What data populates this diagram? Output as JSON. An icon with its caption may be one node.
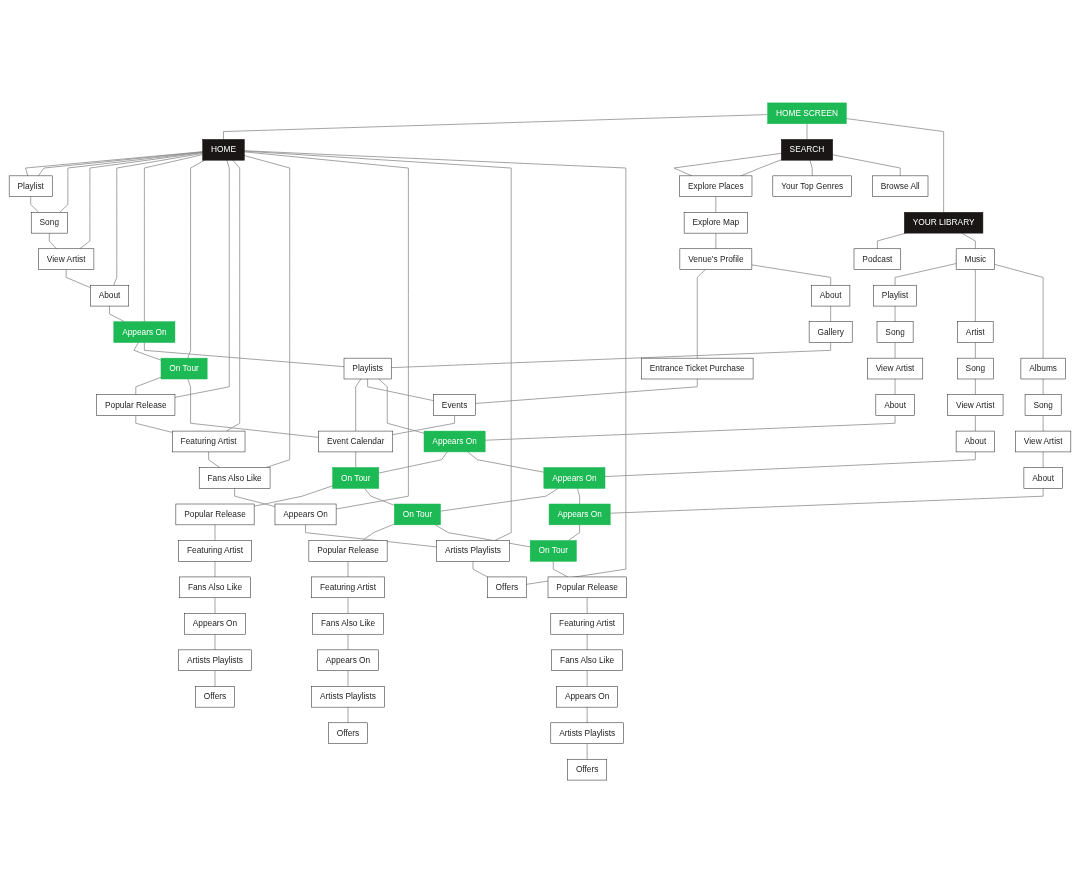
{
  "diagram": {
    "nodes": [
      {
        "text": [
          "HOME SCREEN"
        ]
      },
      {
        "text": [
          "HOME"
        ]
      },
      {
        "text": [
          "SEARCH"
        ]
      },
      {
        "text": [
          "YOUR LIBRARY"
        ]
      },
      {
        "text": [
          "Playlist"
        ]
      },
      {
        "text": [
          "Song"
        ]
      },
      {
        "text": [
          "View Artist"
        ]
      },
      {
        "text": [
          "About"
        ]
      },
      {
        "text": [
          "Appears On"
        ]
      },
      {
        "text": [
          "On Tour"
        ]
      },
      {
        "text": [
          "Popular Release"
        ]
      },
      {
        "text": [
          "Featuring Artist"
        ]
      },
      {
        "text": [
          "Fans Also Like"
        ]
      },
      {
        "text": [
          "Appears On"
        ]
      },
      {
        "text": [
          "Artists Playlists"
        ]
      },
      {
        "text": [
          "Offers"
        ]
      },
      {
        "text": [
          "Explore Places"
        ]
      },
      {
        "text": [
          "Your Top Genres"
        ]
      },
      {
        "text": [
          "Browse All"
        ]
      },
      {
        "text": [
          "Explore Map"
        ]
      },
      {
        "text": [
          "Venue's Profile"
        ]
      },
      {
        "text": [
          "Entrance Ticket Purchase"
        ]
      },
      {
        "text": [
          "About"
        ]
      },
      {
        "text": [
          "Gallery"
        ]
      },
      {
        "text": [
          "Playlists"
        ]
      },
      {
        "text": [
          "Events"
        ]
      },
      {
        "text": [
          "Event Calendar"
        ]
      },
      {
        "text": [
          "Podcast"
        ]
      },
      {
        "text": [
          "Music"
        ]
      },
      {
        "text": [
          "Playlist"
        ]
      },
      {
        "text": [
          "Artist"
        ]
      },
      {
        "text": [
          "Albums"
        ]
      },
      {
        "text": [
          "Song"
        ]
      },
      {
        "text": [
          "Song"
        ]
      },
      {
        "text": [
          "Song"
        ]
      },
      {
        "text": [
          "View Artist"
        ]
      },
      {
        "text": [
          "View Artist"
        ]
      },
      {
        "text": [
          "View Artist"
        ]
      },
      {
        "text": [
          "About"
        ]
      },
      {
        "text": [
          "About"
        ]
      },
      {
        "text": [
          "About"
        ]
      },
      {
        "text": [
          "Appears On"
        ]
      },
      {
        "text": [
          "Appears On"
        ]
      },
      {
        "text": [
          "Appears On"
        ]
      },
      {
        "text": [
          "On Tour"
        ]
      },
      {
        "text": [
          "On Tour"
        ]
      },
      {
        "text": [
          "On Tour"
        ]
      },
      {
        "text": [
          "Popular Release"
        ]
      },
      {
        "text": [
          "Popular Release"
        ]
      },
      {
        "text": [
          "Popular Release"
        ]
      },
      {
        "text": [
          "Featuring Artist"
        ]
      },
      {
        "text": [
          "Featuring Artist"
        ]
      },
      {
        "text": [
          "Featuring Artist"
        ]
      },
      {
        "text": [
          "Fans Also Like"
        ]
      },
      {
        "text": [
          "Fans Also Like"
        ]
      },
      {
        "text": [
          "Fans Also Like"
        ]
      },
      {
        "text": [
          "Appears On"
        ]
      },
      {
        "text": [
          "Appears On"
        ]
      },
      {
        "text": [
          "Appears On"
        ]
      },
      {
        "text": [
          "Artists Playlists"
        ]
      },
      {
        "text": [
          "Artists Playlists"
        ]
      },
      {
        "text": [
          "Artists Playlists"
        ]
      },
      {
        "text": [
          "Offers"
        ]
      },
      {
        "text": [
          "Offers"
        ]
      },
      {
        "text": [
          "Offers"
        ]
      }
    ],
    "edges": [
      {
        "from": 0,
        "to": 1,
        "arrow": "none"
      },
      {
        "from": 0,
        "to": 2,
        "arrow": "none"
      },
      {
        "from": 0,
        "to": 3,
        "arrow": "none"
      },
      {
        "from": 1,
        "to": 4,
        "arrow": "none"
      },
      {
        "from": 4,
        "to": 5,
        "arrow": "none"
      },
      {
        "from": 5,
        "to": 6,
        "arrow": "none"
      },
      {
        "from": 6,
        "to": 7,
        "arrow": "none"
      },
      {
        "from": 7,
        "to": 8,
        "arrow": "none"
      },
      {
        "from": 8,
        "to": 9,
        "arrow": "none"
      },
      {
        "from": 9,
        "to": 10,
        "arrow": "none"
      },
      {
        "from": 10,
        "to": 11,
        "arrow": "none"
      },
      {
        "from": 11,
        "to": 12,
        "arrow": "none"
      },
      {
        "from": 12,
        "to": 13,
        "arrow": "none"
      },
      {
        "from": 13,
        "to": 14,
        "arrow": "none"
      },
      {
        "from": 14,
        "to": 15,
        "arrow": "none"
      },
      {
        "from": 1,
        "to": 4,
        "arrow": "none"
      },
      {
        "from": 1,
        "to": 5,
        "arrow": "none"
      },
      {
        "from": 1,
        "to": 6,
        "arrow": "none"
      },
      {
        "from": 1,
        "to": 7,
        "arrow": "none"
      },
      {
        "from": 1,
        "to": 8,
        "arrow": "none"
      },
      {
        "from": 1,
        "to": 9,
        "arrow": "none"
      },
      {
        "from": 1,
        "to": 10,
        "arrow": "none"
      },
      {
        "from": 1,
        "to": 11,
        "arrow": "none"
      },
      {
        "from": 1,
        "to": 12,
        "arrow": "none"
      },
      {
        "from": 1,
        "to": 13,
        "arrow": "none"
      },
      {
        "from": 1,
        "to": 14,
        "arrow": "none"
      },
      {
        "from": 1,
        "to": 15,
        "arrow": "none"
      },
      {
        "from": 2,
        "to": 16,
        "arrow": "none"
      },
      {
        "from": 2,
        "to": 16,
        "arrow": "none"
      },
      {
        "from": 2,
        "to": 17,
        "arrow": "none"
      },
      {
        "from": 2,
        "to": 18,
        "arrow": "none"
      },
      {
        "from": 16,
        "to": 19,
        "arrow": "none"
      },
      {
        "from": 19,
        "to": 20,
        "arrow": "none"
      },
      {
        "from": 20,
        "to": 21,
        "arrow": "none"
      },
      {
        "from": 20,
        "to": 22,
        "arrow": "none"
      },
      {
        "from": 22,
        "to": 23,
        "arrow": "none"
      },
      {
        "from": 23,
        "to": 24,
        "arrow": "none"
      },
      {
        "from": 24,
        "to": 26,
        "arrow": "none"
      },
      {
        "from": 24,
        "to": 25,
        "arrow": "none"
      },
      {
        "from": 21,
        "to": 25,
        "arrow": "none"
      },
      {
        "from": 25,
        "to": 26,
        "arrow": "none"
      },
      {
        "from": 8,
        "to": 24,
        "arrow": "none"
      },
      {
        "from": 9,
        "to": 26,
        "arrow": "none"
      },
      {
        "from": 3,
        "to": 27,
        "arrow": "none"
      },
      {
        "from": 3,
        "to": 28,
        "arrow": "none"
      },
      {
        "from": 28,
        "to": 29,
        "arrow": "none"
      },
      {
        "from": 28,
        "to": 30,
        "arrow": "none"
      },
      {
        "from": 28,
        "to": 31,
        "arrow": "none"
      },
      {
        "from": 29,
        "to": 32,
        "arrow": "none"
      },
      {
        "from": 30,
        "to": 33,
        "arrow": "none"
      },
      {
        "from": 31,
        "to": 34,
        "arrow": "none"
      },
      {
        "from": 32,
        "to": 35,
        "arrow": "none"
      },
      {
        "from": 33,
        "to": 36,
        "arrow": "none"
      },
      {
        "from": 34,
        "to": 37,
        "arrow": "none"
      },
      {
        "from": 35,
        "to": 38,
        "arrow": "none"
      },
      {
        "from": 36,
        "to": 39,
        "arrow": "none"
      },
      {
        "from": 37,
        "to": 40,
        "arrow": "none"
      },
      {
        "from": 38,
        "to": 41,
        "arrow": "none"
      },
      {
        "from": 39,
        "to": 42,
        "arrow": "none"
      },
      {
        "from": 40,
        "to": 43,
        "arrow": "none"
      },
      {
        "from": 41,
        "to": 44,
        "arrow": "none"
      },
      {
        "from": 42,
        "to": 45,
        "arrow": "none"
      },
      {
        "from": 43,
        "to": 46,
        "arrow": "none"
      },
      {
        "from": 44,
        "to": 47,
        "arrow": "none"
      },
      {
        "from": 45,
        "to": 48,
        "arrow": "none"
      },
      {
        "from": 46,
        "to": 49,
        "arrow": "none"
      },
      {
        "from": 47,
        "to": 50,
        "arrow": "none"
      },
      {
        "from": 48,
        "to": 51,
        "arrow": "none"
      },
      {
        "from": 49,
        "to": 52,
        "arrow": "none"
      },
      {
        "from": 50,
        "to": 53,
        "arrow": "none"
      },
      {
        "from": 51,
        "to": 54,
        "arrow": "none"
      },
      {
        "from": 52,
        "to": 55,
        "arrow": "none"
      },
      {
        "from": 53,
        "to": 56,
        "arrow": "none"
      },
      {
        "from": 54,
        "to": 57,
        "arrow": "none"
      },
      {
        "from": 55,
        "to": 58,
        "arrow": "none"
      },
      {
        "from": 56,
        "to": 59,
        "arrow": "none"
      },
      {
        "from": 57,
        "to": 60,
        "arrow": "none"
      },
      {
        "from": 58,
        "to": 61,
        "arrow": "none"
      },
      {
        "from": 59,
        "to": 62,
        "arrow": "none"
      },
      {
        "from": 60,
        "to": 63,
        "arrow": "none"
      },
      {
        "from": 61,
        "to": 64,
        "arrow": "none"
      },
      {
        "from": 24,
        "to": 41,
        "arrow": "none"
      },
      {
        "from": 41,
        "to": 42,
        "arrow": "none"
      },
      {
        "from": 42,
        "to": 43,
        "arrow": "none"
      },
      {
        "from": 26,
        "to": 44,
        "arrow": "none"
      },
      {
        "from": 44,
        "to": 45,
        "arrow": "none"
      },
      {
        "from": 45,
        "to": 46,
        "arrow": "none"
      }
    ]
  }
}
